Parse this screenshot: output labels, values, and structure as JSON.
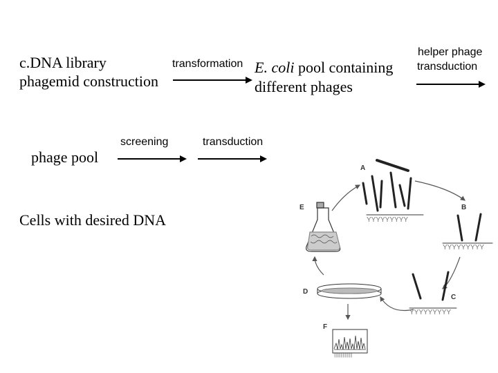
{
  "flow": {
    "source_line1": "c.DNA library",
    "source_line2": "phagemid construction",
    "step1_label": "transformation",
    "ecoli_italic": "E. coli",
    "ecoli_rest": " pool containing",
    "ecoli_line2": "different phages",
    "step2_label_line1": "helper phage",
    "step2_label_line2": "transduction",
    "phage_pool": "phage pool",
    "step3_label": "screening",
    "step4_label": "transduction",
    "result": "Cells with desired DNA"
  },
  "cycle": {
    "label_a": "A",
    "label_b": "B",
    "label_c": "C",
    "label_d": "D",
    "label_e": "E",
    "label_f": "F"
  },
  "colors": {
    "text": "#000000",
    "figure_line": "#333333",
    "figure_gray": "#8a8a8a"
  }
}
